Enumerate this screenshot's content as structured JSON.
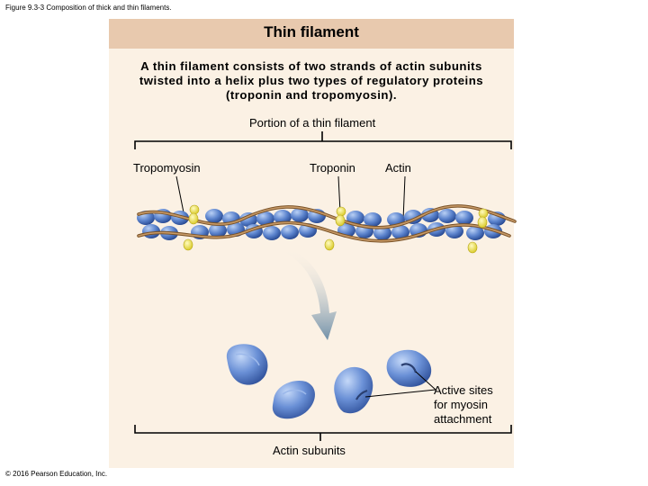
{
  "figure_caption": "Figure 9.3-3 Composition of thick and thin filaments.",
  "copyright": "© 2016 Pearson Education, Inc.",
  "panel": {
    "title": "Thin filament",
    "description_lines": [
      "A thin filament consists of two strands of actin subunits",
      "twisted into a helix plus two types of regulatory proteins",
      "(troponin and tropomyosin)."
    ]
  },
  "labels": {
    "portion": "Portion of a thin filament",
    "tropomyosin": "Tropomyosin",
    "troponin": "Troponin",
    "actin": "Actin",
    "active_sites": [
      "Active sites",
      "for myosin",
      "attachment"
    ],
    "actin_subunits": "Actin subunits"
  },
  "colors": {
    "panel_bg": "#fbf1e4",
    "header_bg": "#e8c9ae",
    "actin_blue": "#5a82cc",
    "tropomyosin_brown": "#a87a4c",
    "troponin_yellow": "#e8e048"
  }
}
